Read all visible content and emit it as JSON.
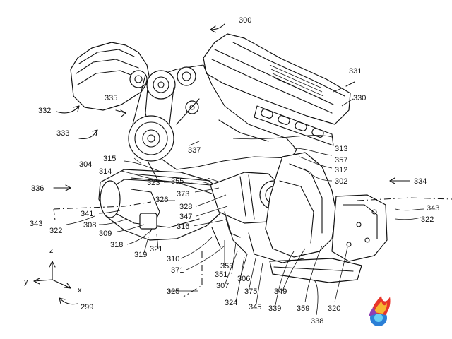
{
  "figure": {
    "labels": {
      "300": "300",
      "331": "331",
      "330": "330",
      "332": "332",
      "335": "335",
      "333": "333",
      "337": "337",
      "313": "313",
      "357": "357",
      "312": "312",
      "302": "302",
      "334": "334",
      "336": "336",
      "315": "315",
      "304": "304",
      "314": "314",
      "323": "323",
      "355": "355",
      "373": "373",
      "326": "326",
      "328": "328",
      "347": "347",
      "316": "316",
      "341": "341",
      "343L": "343",
      "322L": "322",
      "308": "308",
      "309": "309",
      "318": "318",
      "319": "319",
      "321": "321",
      "310": "310",
      "371": "371",
      "353": "353",
      "351": "351",
      "307": "307",
      "306": "306",
      "375": "375",
      "349": "349",
      "325": "325",
      "324": "324",
      "345": "345",
      "339": "339",
      "359": "359",
      "320": "320",
      "338": "338",
      "343R": "343",
      "322R": "322",
      "299": "299"
    },
    "axes": {
      "z": "z",
      "y": "y",
      "x": "x"
    },
    "watermark_icon": "flame-logo-icon"
  }
}
